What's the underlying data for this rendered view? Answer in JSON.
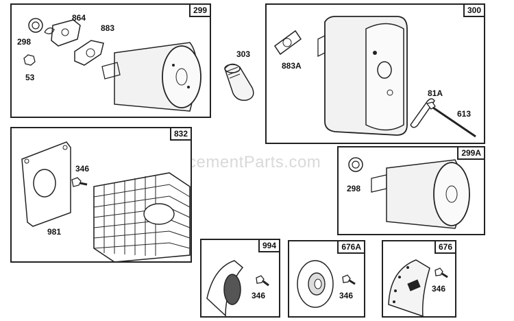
{
  "watermark": "eReplacementParts.com",
  "panels": {
    "p299": {
      "tag": "299",
      "labels": {
        "a": "298",
        "b": "864",
        "c": "883",
        "d": "53"
      }
    },
    "p300": {
      "tag": "300",
      "labels": {
        "a": "883A",
        "b": "81A",
        "c": "613"
      }
    },
    "p832": {
      "tag": "832",
      "labels": {
        "a": "346",
        "b": "981"
      }
    },
    "p299A": {
      "tag": "299A",
      "labels": {
        "a": "298"
      }
    },
    "p994": {
      "tag": "994",
      "labels": {
        "a": "346"
      }
    },
    "p676A": {
      "tag": "676A",
      "labels": {
        "a": "346"
      }
    },
    "p676": {
      "tag": "676",
      "labels": {
        "a": "346"
      }
    }
  },
  "loose": {
    "part303": "303"
  }
}
